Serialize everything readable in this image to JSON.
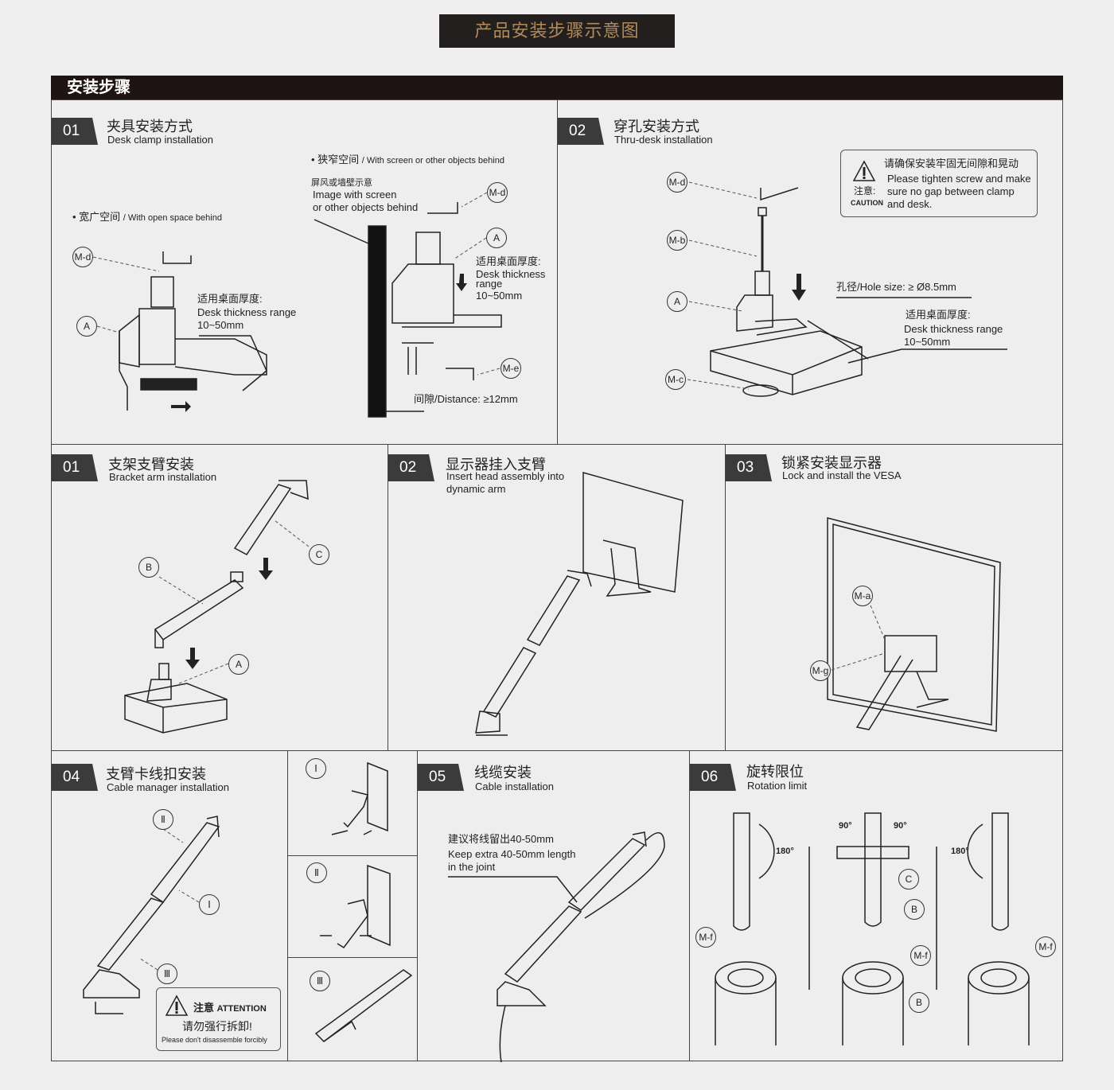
{
  "title": "产品安装步骤示意图",
  "header": "安装步骤",
  "top": {
    "clamp": {
      "num": "01",
      "zh": "夹具安装方式",
      "en": "Desk clamp installation",
      "narrow": "• 狭窄空间",
      "narrow_en": "/ With screen or other objects behind",
      "wide": "• 宽广空间",
      "wide_en": "/ With open space behind",
      "screen_zh": "屏风或墙壁示意",
      "screen_en1": "Image with screen",
      "screen_en2": "or other objects behind",
      "thick_zh": "适用桌面厚度:",
      "thick_en": "Desk thickness range",
      "thick_val": "10~50mm",
      "thick2_zh": "适用桌面厚度:",
      "thick2_en1": "Desk thickness",
      "thick2_en2": "range",
      "thick2_val": "10~50mm",
      "distance": "间隙/Distance: ≥12mm",
      "labels": [
        "M-d",
        "A",
        "M-d",
        "A",
        "M-e"
      ]
    },
    "thru": {
      "num": "02",
      "zh": "穿孔安装方式",
      "en": "Thru-desk installation",
      "caution_zh": "请确保安装牢固无间隙和晃动",
      "caution_en1": "Please tighten screw and make",
      "caution_en2": "sure no gap between clamp",
      "caution_en3": "and desk.",
      "caution_label_zh": "注意:",
      "caution_label_en": "CAUTION",
      "hole": "孔径/Hole size: ≥ Ø8.5mm",
      "thick_zh": "适用桌面厚度:",
      "thick_en": "Desk thickness range",
      "thick_val": "10~50mm",
      "labels": [
        "M-d",
        "M-b",
        "A",
        "M-c"
      ]
    }
  },
  "mid": [
    {
      "num": "01",
      "zh": "支架支臂安装",
      "en": "Bracket arm installation",
      "labels": [
        "B",
        "C",
        "A"
      ]
    },
    {
      "num": "02",
      "zh": "显示器挂入支臂",
      "en1": "Insert head assembly into",
      "en2": "dynamic arm"
    },
    {
      "num": "03",
      "zh": "锁紧安装显示器",
      "en": "Lock and install the VESA",
      "labels": [
        "M-a",
        "M-g"
      ]
    }
  ],
  "bottom": {
    "cable_mgr": {
      "num": "04",
      "zh": "支臂卡线扣安装",
      "en": "Cable manager installation",
      "labels": [
        "Ⅱ",
        "Ⅰ",
        "Ⅲ"
      ],
      "attention_zh": "注意",
      "attention_en": "ATTENTION",
      "warn_zh": "请勿强行拆卸!",
      "warn_en": "Please don't disassemble forcibly"
    },
    "steps_small": [
      "Ⅰ",
      "Ⅱ",
      "Ⅲ"
    ],
    "cable": {
      "num": "05",
      "zh": "线缆安装",
      "en": "Cable installation",
      "note_zh": "建议将线留出40-50mm",
      "note_en1": "Keep extra 40-50mm length",
      "note_en2": "in the joint"
    },
    "rotation": {
      "num": "06",
      "zh": "旋转限位",
      "en": "Rotation limit",
      "deg180a": "180°",
      "deg90a": "90°",
      "deg90b": "90°",
      "deg180b": "180°",
      "labels": [
        "M-f",
        "C",
        "B",
        "M-f",
        "B",
        "M-f"
      ]
    }
  }
}
